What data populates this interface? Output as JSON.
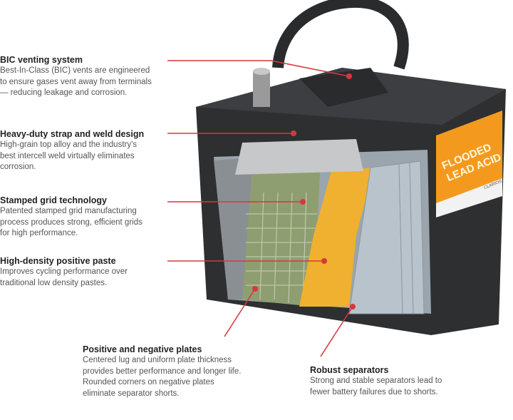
{
  "callouts": [
    {
      "title": "BIC venting system",
      "lines": [
        "Best-In-Class (BIC) vents are engineered",
        "to ensure gases vent away from terminals",
        "— reducing leakage and corrosion."
      ]
    },
    {
      "title": "Heavy-duty strap and weld design",
      "lines": [
        "High-grain top alloy and the industry's",
        "best intercell weld virtually eliminates",
        "corrosion."
      ]
    },
    {
      "title": "Stamped grid technology",
      "lines": [
        "Patented stamped grid manufacturing",
        "process produces strong, efficient grids",
        "for high performance."
      ]
    },
    {
      "title": "High-density positive paste",
      "lines": [
        "Improves cycling performance over",
        "traditional low density pastes."
      ]
    },
    {
      "title": "Positive and negative plates",
      "lines": [
        "Centered lug and uniform plate thickness",
        "provides better performance and longer life.",
        "Rounded corners on negative plates",
        "eliminate separator shorts."
      ]
    },
    {
      "title": "Robust separators",
      "lines": [
        "Strong and stable separators lead to",
        "fewer battery failures due to shorts."
      ]
    }
  ],
  "battery_label": {
    "line1": "FLOODED",
    "line2": "LEAD ACID",
    "brand": "CLARIOS"
  },
  "colors": {
    "callout_line": "#d9363e",
    "label_orange": "#f39a1e",
    "paste": "#f0b030",
    "case": "#2e2f31"
  }
}
